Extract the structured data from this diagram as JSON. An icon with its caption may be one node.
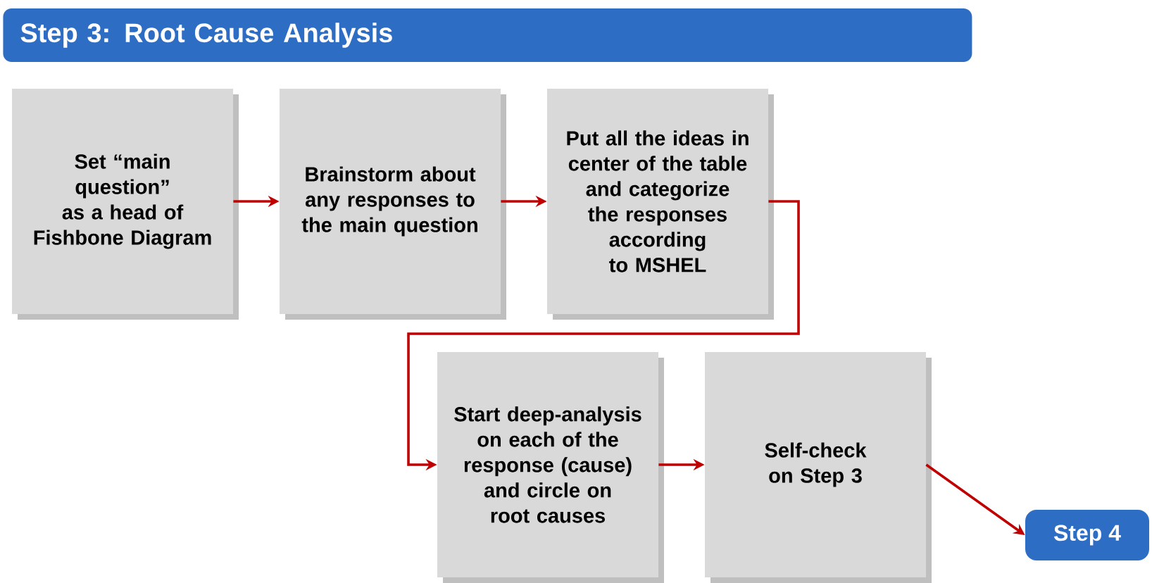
{
  "diagram": {
    "title": "Step 3: Root Cause Analysis",
    "nodes": [
      {
        "text": [
          "Set “main question” as a head of Fishbone Diagram"
        ]
      },
      {
        "text": [
          "Brainstorm about any responses to the main question"
        ]
      },
      {
        "text": [
          "Put all the ideas in center of the table and categorize the responses according to MSHEL"
        ]
      },
      {
        "text": [
          "Start deep-analysis on each of the response (cause) and circle on root causes"
        ]
      },
      {
        "text": [
          "Self-check on Step 3"
        ]
      },
      {
        "text": [
          "Step 4"
        ]
      }
    ],
    "edges": [
      {
        "from": 0,
        "to": 1,
        "arrow": "to"
      },
      {
        "from": 1,
        "to": 2,
        "arrow": "to"
      },
      {
        "from": 2,
        "to": 3,
        "arrow": "to"
      },
      {
        "from": 3,
        "to": 4,
        "arrow": "to"
      },
      {
        "from": 4,
        "to": 5,
        "arrow": "to"
      }
    ]
  }
}
